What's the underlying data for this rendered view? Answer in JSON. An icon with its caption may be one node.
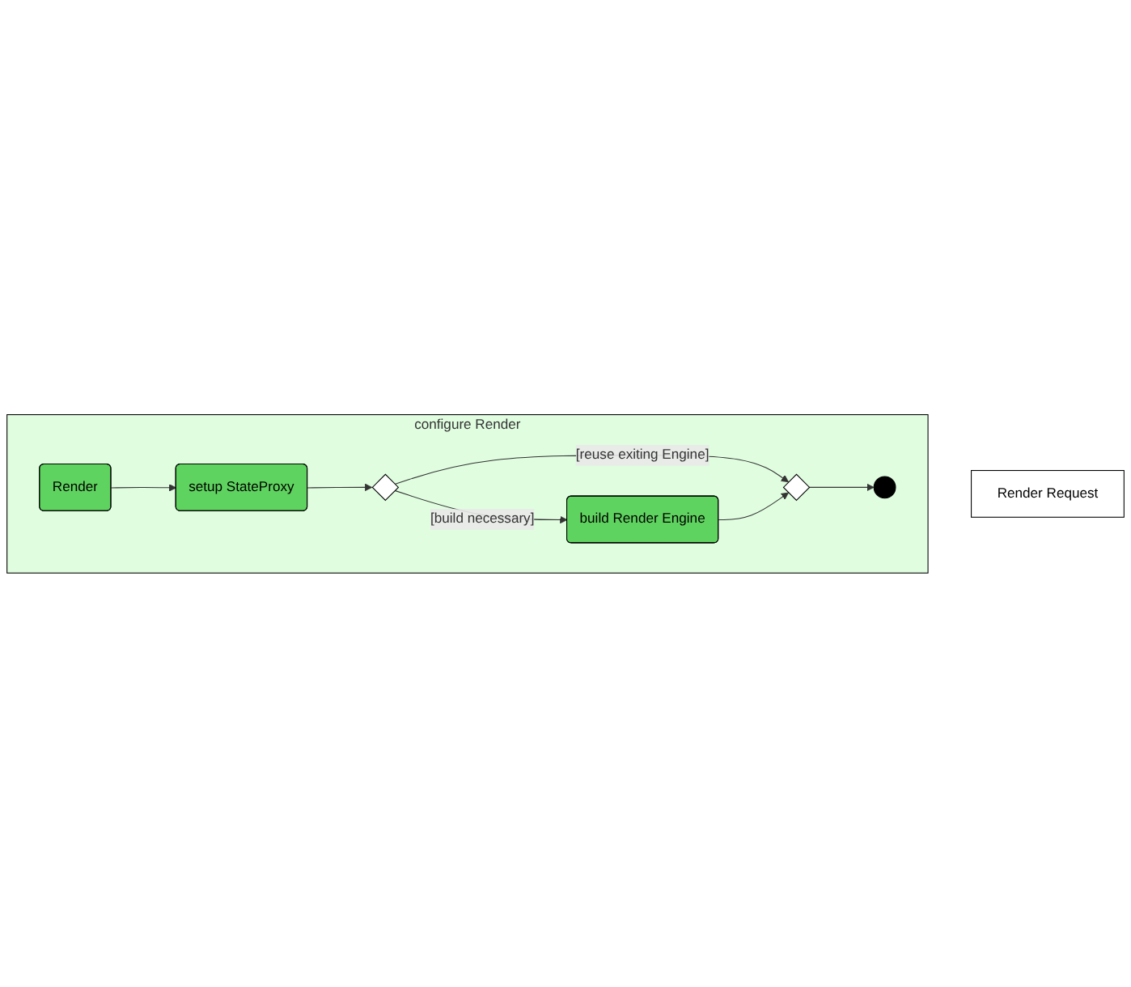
{
  "diagram": {
    "nodes": [
      {
        "text": [
          "configure Render"
        ]
      },
      {
        "text": [
          "Render Request"
        ]
      },
      {
        "text": [
          "Render"
        ],
        "in": 0
      },
      {
        "text": [
          "setup StateProxy"
        ],
        "in": 0
      },
      {
        "text": [],
        "shape": "diamond",
        "in": 0
      },
      {
        "text": [
          "build Render Engine"
        ],
        "in": 0
      },
      {
        "text": [],
        "shape": "diamond",
        "in": 0
      },
      {
        "text": [],
        "shape": "circle",
        "in": 0
      }
    ],
    "edges": [
      {
        "from": 2,
        "to": 3,
        "arrow": "to"
      },
      {
        "from": 3,
        "to": 4,
        "arrow": "to"
      },
      {
        "from": 4,
        "to": 5,
        "label": "[build necessary]",
        "arrow": "to"
      },
      {
        "from": 4,
        "to": 6,
        "label": "[reuse exiting Engine]",
        "arrow": "to"
      },
      {
        "from": 5,
        "to": 6,
        "arrow": "to"
      },
      {
        "from": 6,
        "to": 7,
        "arrow": "to"
      }
    ]
  }
}
